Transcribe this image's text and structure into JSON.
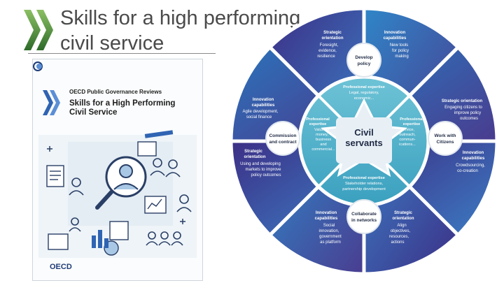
{
  "slide": {
    "title_line1": "Skills for a high performing",
    "title_line2": "civil service"
  },
  "cover": {
    "series": "OECD Public Governance Reviews",
    "title": "Skills for a High Performing Civil Service",
    "publisher": "OECD"
  },
  "wheel": {
    "center": [
      "Civil",
      "servants"
    ],
    "segments": {
      "top_left": [
        "Strategic",
        "orientation",
        "Foresight,",
        "evidence,",
        "resilience"
      ],
      "top_right": [
        "Innovation",
        "capabilities",
        "New tools",
        "for policy",
        "making"
      ],
      "upper_right": [
        "Strategic orientation",
        "Engaging citizens to",
        "improve policy",
        "outcomes"
      ],
      "lower_right": [
        "Innovation",
        "capabilities",
        "Crowdsourcing,",
        "co-creation"
      ],
      "bottom_right": [
        "Strategic",
        "orientation",
        "Align",
        "objectives,",
        "resources,",
        "actions"
      ],
      "bottom_left": [
        "Innovation",
        "capabilities",
        "Social",
        "innovation,",
        "government",
        "as platform"
      ],
      "lower_left": [
        "Strategic",
        "orientation",
        "Using and developing",
        "markets to improve",
        "policy outcomes"
      ],
      "upper_left": [
        "Innovation",
        "capabilities",
        "Agile development,",
        "social finance"
      ]
    },
    "hubs": {
      "top": [
        "Develop",
        "policy"
      ],
      "right": [
        "Work with",
        "Citizens"
      ],
      "bottom": [
        "Collaborate",
        "in networks"
      ],
      "left": [
        "Commission",
        "and contract"
      ]
    },
    "inner": {
      "top": [
        "Professional expertise",
        "Legal, regulatory,",
        "economic..."
      ],
      "right": [
        "Professional",
        "expertise",
        "Service,",
        "outreach,",
        "commun-",
        "ications..."
      ],
      "bottom": [
        "Professional expertise",
        "Stakeholder relations,",
        "partnership development"
      ],
      "left": [
        "Professional",
        "expertise",
        "Value for",
        "money,",
        "business",
        "and",
        "commercial..."
      ]
    }
  },
  "colors": {
    "title": "#4a4a4a",
    "chevron_dark": "#2d6b2a",
    "chevron_light": "#7bb35a",
    "outer_purple": "#4b3d8f",
    "outer_blue": "#2f7cc1",
    "inner_teal": "#4fb3c9",
    "center_bg": "#e8f0f6",
    "oecd_blue": "#1e3c78"
  }
}
